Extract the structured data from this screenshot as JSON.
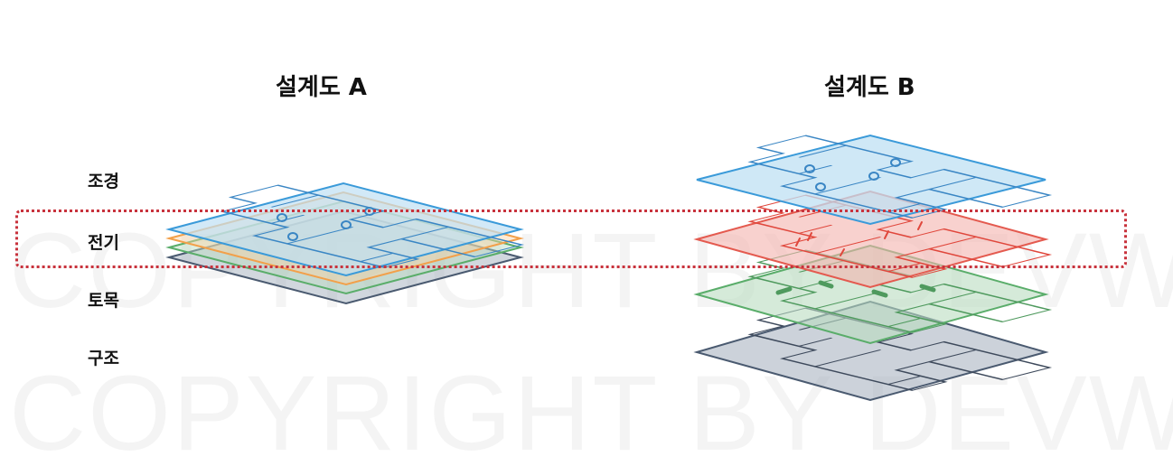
{
  "titles": {
    "a": "설계도 A",
    "b": "설계도 B"
  },
  "layer_labels": [
    "조경",
    "전기",
    "토목",
    "구조"
  ],
  "watermark_lines": [
    "COPYRIGHT BY DEVW",
    "COPYRIGHT BY DEVW"
  ],
  "colors": {
    "landscape": "#3a9ad9",
    "electric": "#e45a4f",
    "civil": "#5aad6a",
    "structure": "#4a5a70",
    "orange": "#f2a04a",
    "highlight": "#c8323c"
  }
}
